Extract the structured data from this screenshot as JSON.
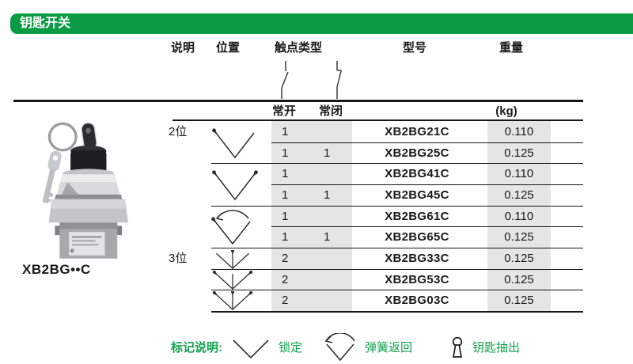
{
  "header": {
    "title": "钥匙开关"
  },
  "columns": {
    "desc": "说明",
    "pos": "位置",
    "contact_type": "触点类型",
    "model": "型号",
    "weight": "重量"
  },
  "subcolumns": {
    "no": "常开",
    "nc": "常闭",
    "kg_unit": "(kg)"
  },
  "group_labels": {
    "two_pos": "2位",
    "three_pos": "3位"
  },
  "rows": [
    {
      "no": "1",
      "nc": "",
      "model": "XB2BG21C",
      "kg": "0.110"
    },
    {
      "no": "1",
      "nc": "1",
      "model": "XB2BG25C",
      "kg": "0.125"
    },
    {
      "no": "1",
      "nc": "",
      "model": "XB2BG41C",
      "kg": "0.110"
    },
    {
      "no": "1",
      "nc": "1",
      "model": "XB2BG45C",
      "kg": "0.125"
    },
    {
      "no": "1",
      "nc": "",
      "model": "XB2BG61C",
      "kg": "0.110"
    },
    {
      "no": "1",
      "nc": "1",
      "model": "XB2BG65C",
      "kg": "0.125"
    },
    {
      "no": "2",
      "nc": "",
      "model": "XB2BG33C",
      "kg": "0.125"
    },
    {
      "no": "2",
      "nc": "",
      "model": "XB2BG53C",
      "kg": "0.125"
    },
    {
      "no": "2",
      "nc": "",
      "model": "XB2BG03C",
      "kg": "0.125"
    }
  ],
  "product": {
    "label": "XB2BG••C",
    "image": "key-selector-switch-photo"
  },
  "legend": {
    "title": "标记说明:",
    "lock": "锁定",
    "spring_return": "弹簧返回",
    "key_removal": "钥匙抽出"
  },
  "colors": {
    "brand_green": "#0a9b44",
    "legend_green": "#12a14e",
    "row_gray": "#e5e5e5",
    "line_black": "#161616"
  }
}
